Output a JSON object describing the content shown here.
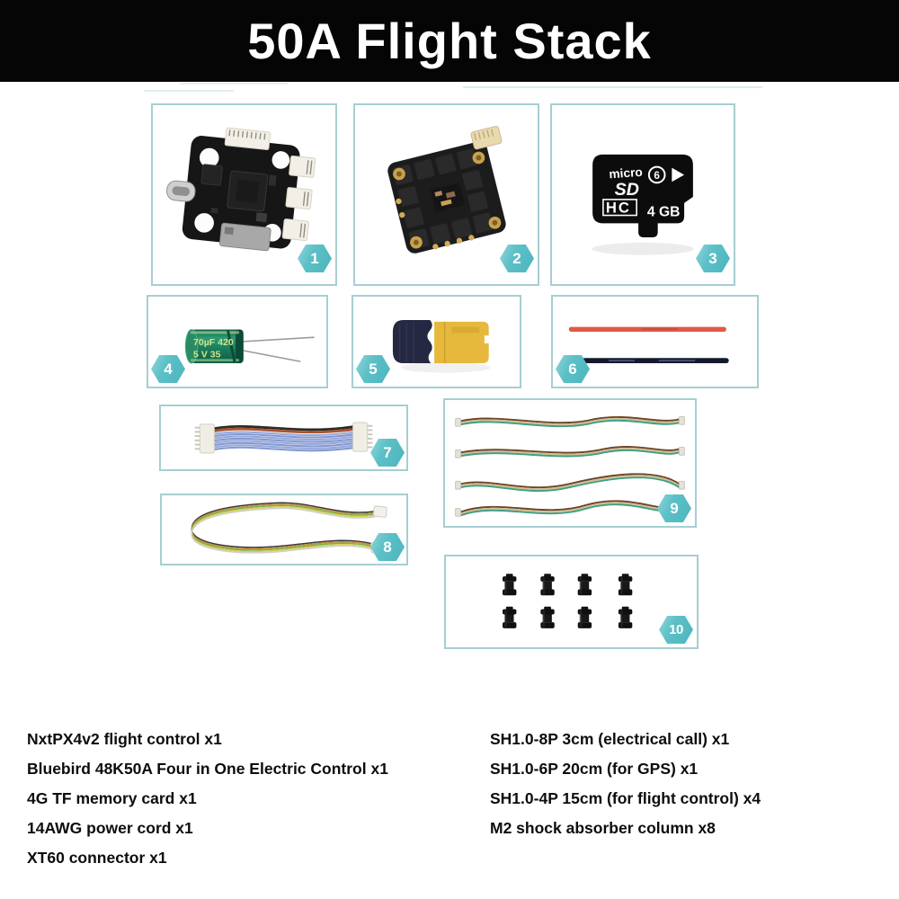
{
  "header": {
    "title": "50A Flight Stack"
  },
  "badges": [
    "1",
    "2",
    "3",
    "4",
    "5",
    "6",
    "7",
    "8",
    "9",
    "10"
  ],
  "sd_card": {
    "brand_micro": "micro",
    "brand_sd": "SD",
    "brand_hc": "HC",
    "speed_class": "6",
    "capacity": "4 GB"
  },
  "capacitor": {
    "line1": "70µF 420",
    "line2": "5 V  35"
  },
  "parts_left": [
    "NxtPX4v2 flight control x1",
    "Bluebird 48K50A Four in One Electric Control x1",
    "4G TF memory card x1",
    "14AWG power cord x1",
    "XT60 connector x1"
  ],
  "parts_right": [
    "SH1.0-8P 3cm (electrical call) x1",
    "SH1.0-6P 20cm (for GPS) x1",
    "SH1.0-4P 15cm (for flight control) x4",
    "M2 shock absorber column x8"
  ],
  "colors": {
    "badge_teal": "#5cc0c7",
    "box_border": "#a6ced3",
    "header_bg": "#000000",
    "wire_red": "#e05a45",
    "wire_black": "#141b2e"
  }
}
